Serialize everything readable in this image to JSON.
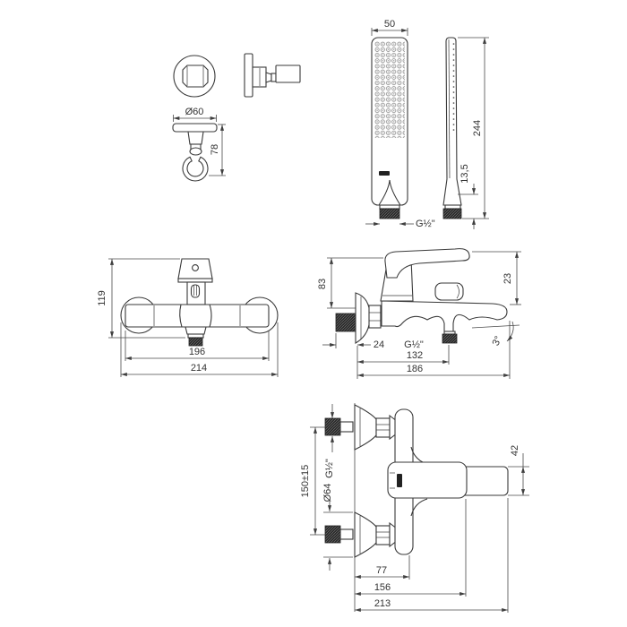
{
  "views": {
    "holder": {
      "dims": {
        "diameter": "Ø60",
        "height": "78"
      }
    },
    "handset_front": {
      "dims": {
        "width": "50",
        "thread": "G½\""
      }
    },
    "handset_side": {
      "dims": {
        "length": "244",
        "tip": "13,5"
      }
    },
    "mixer_front": {
      "dims": {
        "height": "119",
        "body_width": "196",
        "total_width": "214"
      }
    },
    "mixer_side": {
      "dims": {
        "height": "83",
        "tip_drop": "23",
        "wall_offset": "24",
        "outlet_thread": "G½\"",
        "outlet_reach": "132",
        "total_reach": "186",
        "angle": "3°"
      }
    },
    "mixer_top": {
      "dims": {
        "inlet_centers": "150±15",
        "flange_diameter": "Ø64",
        "inlet_thread": "G½\"",
        "spout_width": "42",
        "body_reach": "77",
        "handle_reach": "156",
        "total_reach": "213"
      }
    }
  }
}
